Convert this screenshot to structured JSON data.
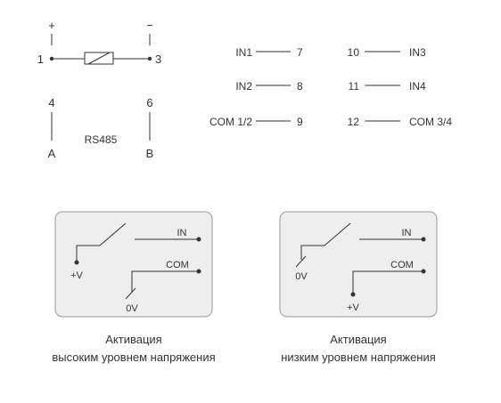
{
  "terminals": {
    "plus": "+",
    "minus": "−",
    "t1": "1",
    "t3": "3",
    "t4": "4",
    "t6": "6",
    "a": "A",
    "b": "B",
    "rs485": "RS485"
  },
  "inputs": {
    "in1": "IN1",
    "n7": "7",
    "in2": "IN2",
    "n8": "8",
    "com12": "COM 1/2",
    "n9": "9",
    "n10": "10",
    "in3": "IN3",
    "n11": "11",
    "in4": "IN4",
    "n12": "12",
    "com34": "COM 3/4"
  },
  "panel_high": {
    "in": "IN",
    "com": "COM",
    "plus_v": "+V",
    "zero_v": "0V",
    "caption_line1": "Активация",
    "caption_line2": "высоким уровнем напряжения"
  },
  "panel_low": {
    "in": "IN",
    "com": "COM",
    "zero_v": "0V",
    "plus_v": "+V",
    "caption_line1": "Активация",
    "caption_line2": "низким уровнем напряжения"
  },
  "colors": {
    "line": "#333333",
    "panel_fill": "#eeeeee",
    "panel_stroke": "#9a9a9a"
  }
}
